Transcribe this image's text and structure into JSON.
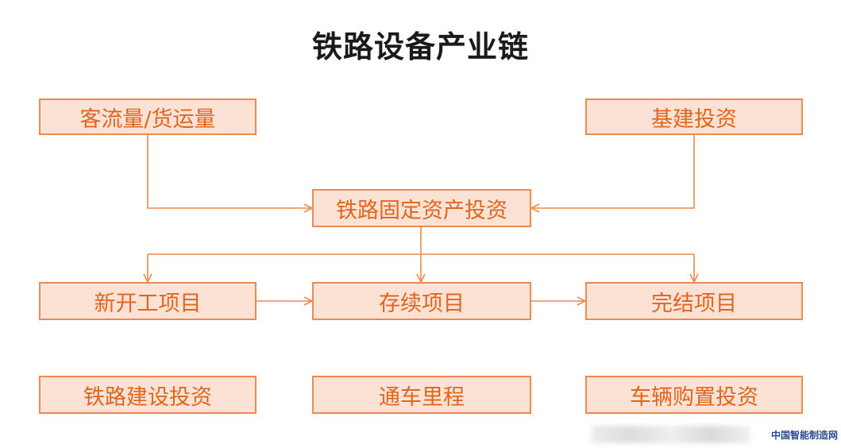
{
  "title": "铁路设备产业链",
  "nodes": {
    "passenger_freight": "客流量/货运量",
    "infrastructure": "基建投资",
    "fixed_asset": "铁路固定资产投资",
    "new_projects": "新开工项目",
    "ongoing_projects": "存续项目",
    "completed_projects": "完结项目",
    "railway_construction": "铁路建设投资",
    "mileage": "通车里程",
    "vehicle_purchase": "车辆购置投资"
  },
  "watermark": "中国智能制造网",
  "colors": {
    "box_fill": "#fbe2d4",
    "box_border": "#ee8a4e",
    "box_text": "#e0661e",
    "title": "#1a1a1a"
  }
}
